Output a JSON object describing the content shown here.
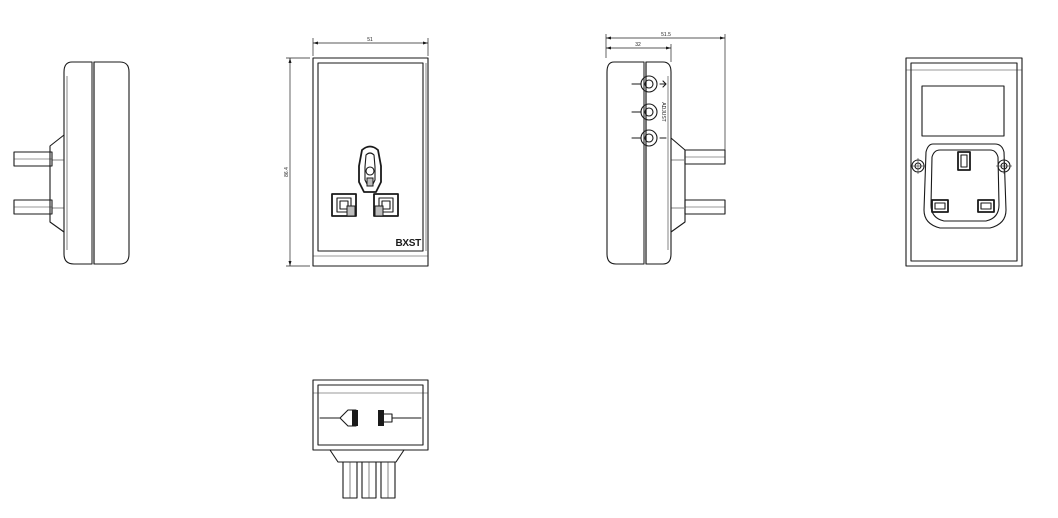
{
  "drawing": {
    "front_view": {
      "width_dim": "51",
      "height_dim": "86.4",
      "brand_mark": "BXST"
    },
    "side_view_right": {
      "overall_depth_dim": "51.5",
      "body_depth_dim": "32",
      "voltage_label": "ADJUST"
    }
  }
}
